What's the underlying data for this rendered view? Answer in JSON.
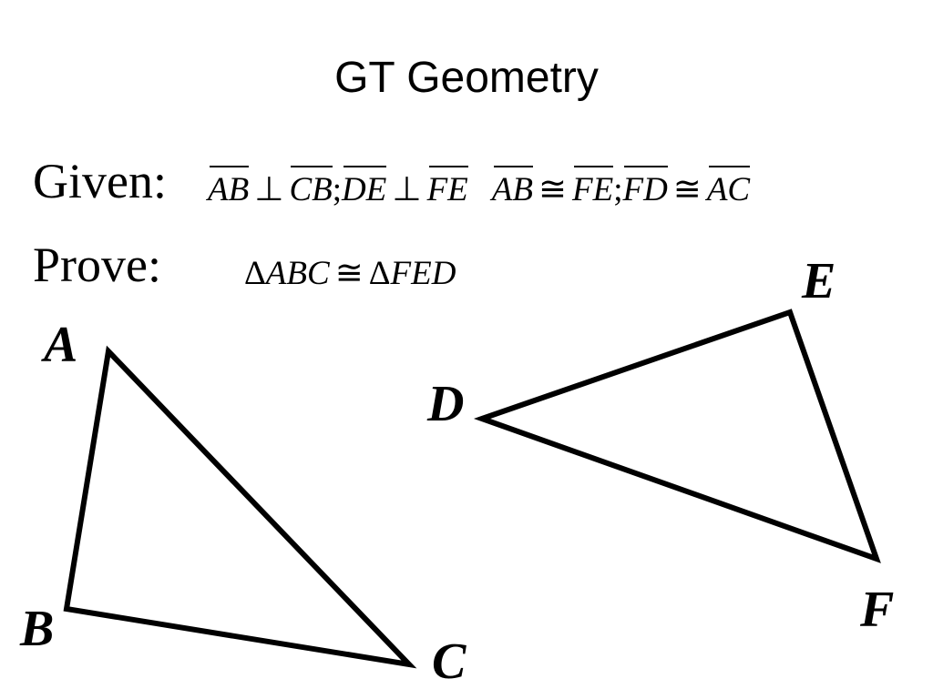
{
  "slide": {
    "title": "GT Geometry"
  },
  "given": {
    "label": "Given:",
    "segments": [
      "AB",
      "CB",
      "DE",
      "FE",
      "AB",
      "FE",
      "FD",
      "AC"
    ],
    "perp": "⊥",
    "congruent": "≅",
    "separator": ";"
  },
  "prove": {
    "label": "Prove:",
    "delta": "Δ",
    "triangle_1": "ABC",
    "triangle_2": "FED",
    "congruent": "≅"
  },
  "diagram": {
    "vertices": {
      "A": "A",
      "B": "B",
      "C": "C",
      "D": "D",
      "E": "E",
      "F": "F"
    }
  }
}
